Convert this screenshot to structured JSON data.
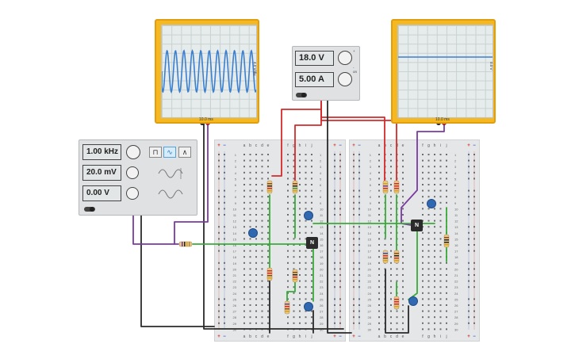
{
  "oscilloscope_left": {
    "time_label": "10.0 ms",
    "side_label": "4.0 V/div"
  },
  "oscilloscope_right": {
    "time_label": "10.0 ms",
    "side_label": "0.0 V"
  },
  "power_supply": {
    "voltage": "18.0 V",
    "current": "5.00 A",
    "tags": [
      "+",
      "-",
      "on"
    ]
  },
  "function_generator": {
    "frequency": "1.00 kHz",
    "amplitude": "20.0 mV",
    "dc_offset": "0.00 V",
    "waveforms": [
      "square",
      "sine",
      "triangle"
    ],
    "selected_waveform": "sine"
  },
  "breadboard": {
    "columns_left": [
      "a",
      "b",
      "c",
      "d",
      "e"
    ],
    "columns_right": [
      "f",
      "g",
      "h",
      "i",
      "j"
    ],
    "rail_plus": "+",
    "rail_minus": "−",
    "row_numbers": [
      "1",
      "2",
      "3",
      "4",
      "5",
      "6",
      "7",
      "8",
      "9",
      "10",
      "11",
      "12",
      "13",
      "14",
      "15",
      "16",
      "17",
      "18",
      "19",
      "20",
      "21",
      "22",
      "23",
      "24",
      "25",
      "26",
      "27",
      "28",
      "29",
      "30"
    ]
  },
  "transistor_label": "N",
  "colors": {
    "scope_frame": "#f5b820",
    "trace": "#3a7fd0",
    "wire_red": "#d42a2a",
    "wire_black": "#2a2a2a",
    "wire_purple": "#7a3aa0",
    "wire_green": "#3aaa3a"
  }
}
